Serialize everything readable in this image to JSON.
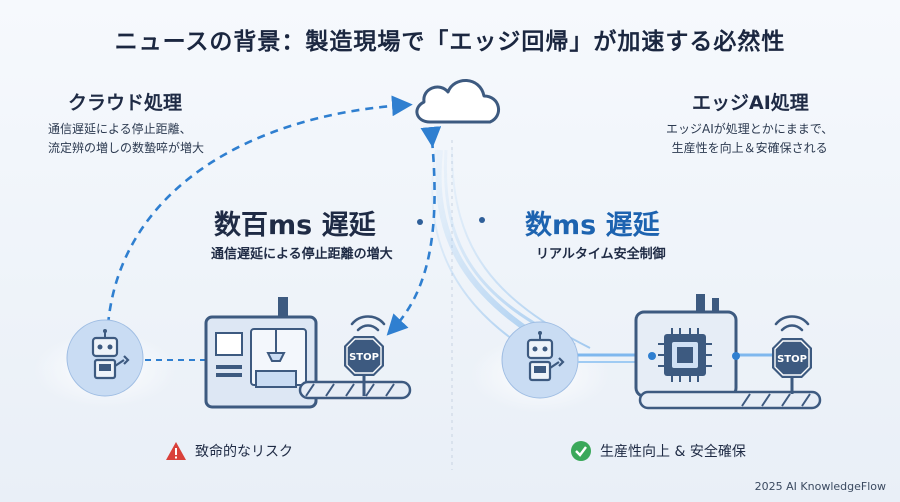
{
  "title": "ニュースの背景：製造現場で「エッジ回帰」が加速する必然性",
  "left": {
    "heading": "クラウド処理",
    "desc_line1": "通信遅延による停止距離、",
    "desc_line2": "流定辨の増しの数蟄啐が増大",
    "latency": "数百ms 遅延",
    "latency_sub": "通信遅延による停止距離の増大",
    "stop_sign": "STOP",
    "footer": "致命的なリスク",
    "footer_color": "#d9403a"
  },
  "right": {
    "heading": "エッジAI処理",
    "desc_line1": "エッジAIが処理とかにままで、",
    "desc_line2": "生産性を向上＆安確保される",
    "latency": "数ms 遅延",
    "latency_sub": "リアルタイム安全制御",
    "stop_sign": "STOP",
    "footer": "生産性向上 & 安全確保",
    "footer_color": "#3aa85a"
  },
  "colors": {
    "accent_blue": "#2f7fd0",
    "latency_right": "#1d63b0",
    "machine": "#dde7f4",
    "stop": "#3d5a80"
  },
  "icons": [
    "cloud-icon",
    "robot-icon",
    "machine-icon",
    "stop-sign-icon",
    "wifi-icon",
    "chip-icon",
    "warning-icon",
    "check-icon"
  ],
  "copyright": "2025 AI KnowledgeFlow"
}
